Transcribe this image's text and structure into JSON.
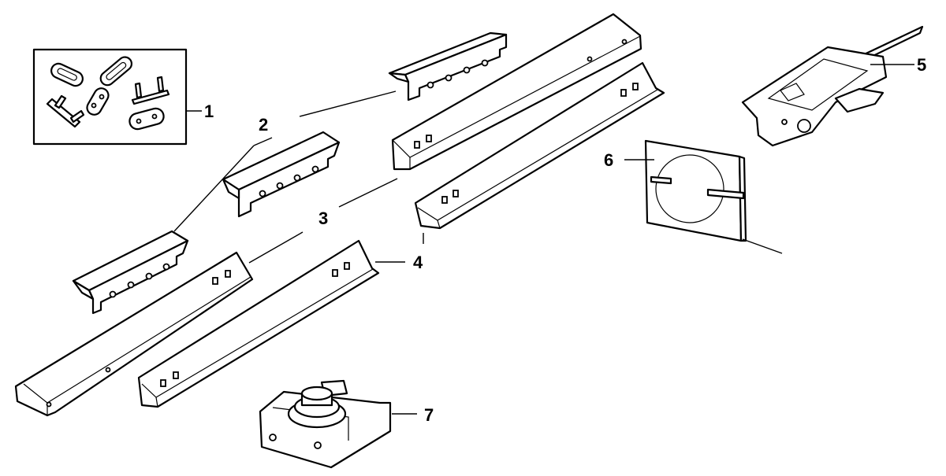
{
  "callouts": [
    {
      "id": 1,
      "label": "1"
    },
    {
      "id": 2,
      "label": "2"
    },
    {
      "id": 3,
      "label": "3"
    },
    {
      "id": 4,
      "label": "4"
    },
    {
      "id": 5,
      "label": "5"
    },
    {
      "id": 6,
      "label": "6"
    },
    {
      "id": 7,
      "label": "7"
    }
  ]
}
